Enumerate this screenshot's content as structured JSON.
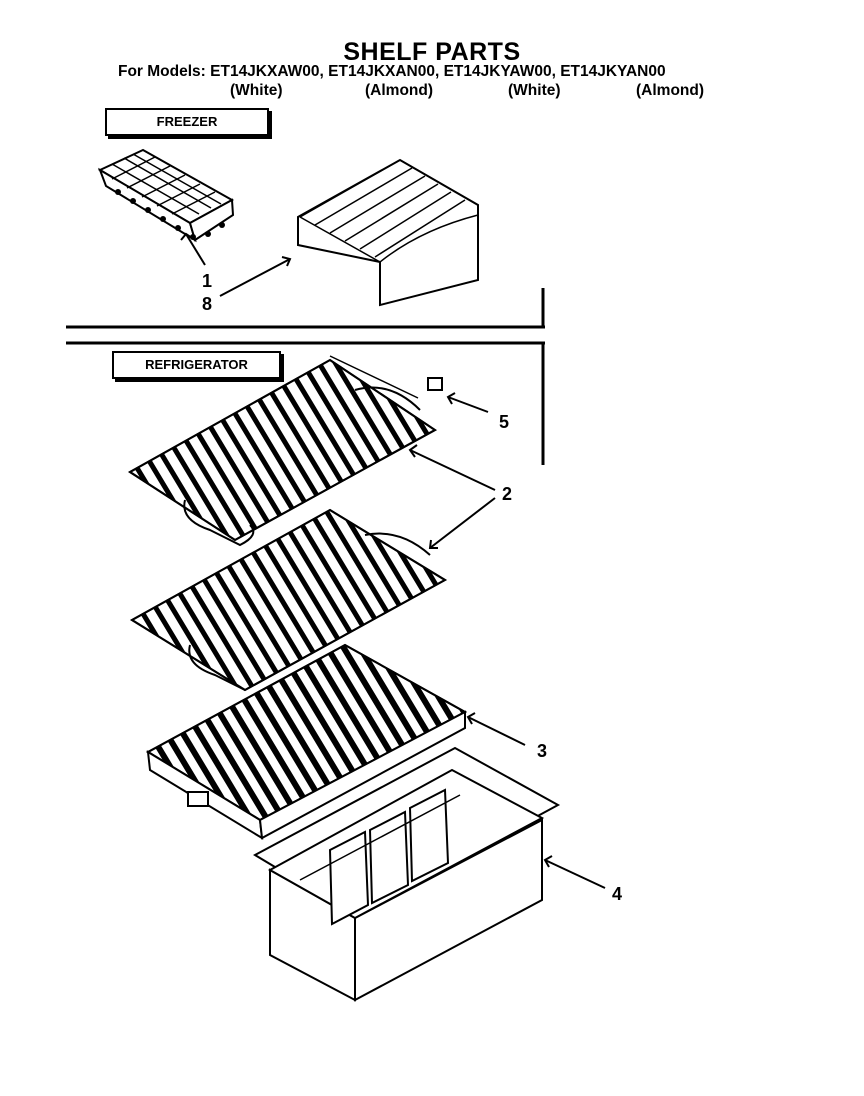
{
  "title": "SHELF PARTS",
  "models_line": "For Models: ET14JKXAW00, ET14JKXAN00, ET14JKYAW00, ET14JKYAN00",
  "colors": [
    "(White)",
    "(Almond)",
    "(White)",
    "(Almond)"
  ],
  "sections": {
    "freezer": "FREEZER",
    "refrigerator": "REFRIGERATOR"
  },
  "callouts": {
    "c1": "1",
    "c8": "8",
    "c5": "5",
    "c2": "2",
    "c3": "3",
    "c4": "4"
  }
}
